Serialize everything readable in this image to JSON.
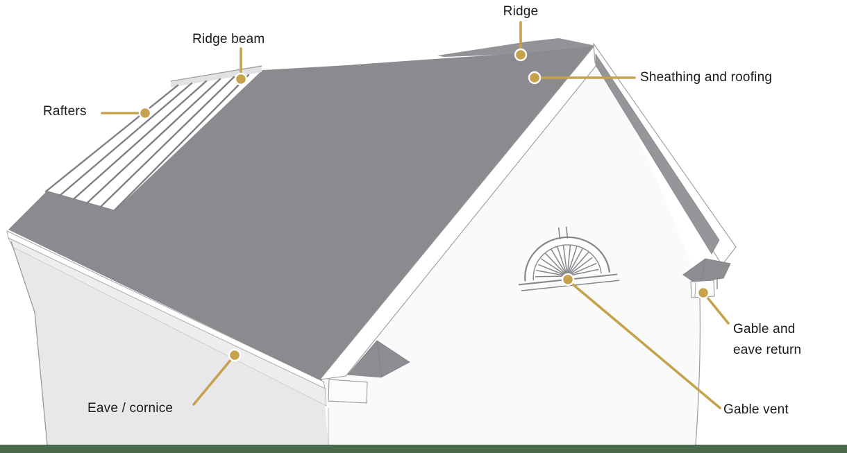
{
  "diagram": {
    "subject": "roof-anatomy",
    "labels": {
      "ridge": {
        "text": "Ridge"
      },
      "ridge_beam": {
        "text": "Ridge beam"
      },
      "rafters": {
        "text": "Rafters"
      },
      "sheathing": {
        "text": "Sheathing and roofing"
      },
      "eave_cornice": {
        "text": "Eave / cornice"
      },
      "gable_return": {
        "line1": "Gable and",
        "line2": "eave return"
      },
      "gable_vent": {
        "text": "Gable vent"
      }
    },
    "colors": {
      "accent_gold": "#C6A24D",
      "roof_gray": "#8B8B8F",
      "sheathing_band_gray": "#96969A",
      "far_slope_gray": "#939397",
      "wall_light_gray": "#E8E8EA",
      "gable_wall_white": "#FAFAFB",
      "soffit_gray": "#EDEDEF",
      "footer_green": "#4B6A4B",
      "label_text": "#1A1A1A"
    }
  }
}
